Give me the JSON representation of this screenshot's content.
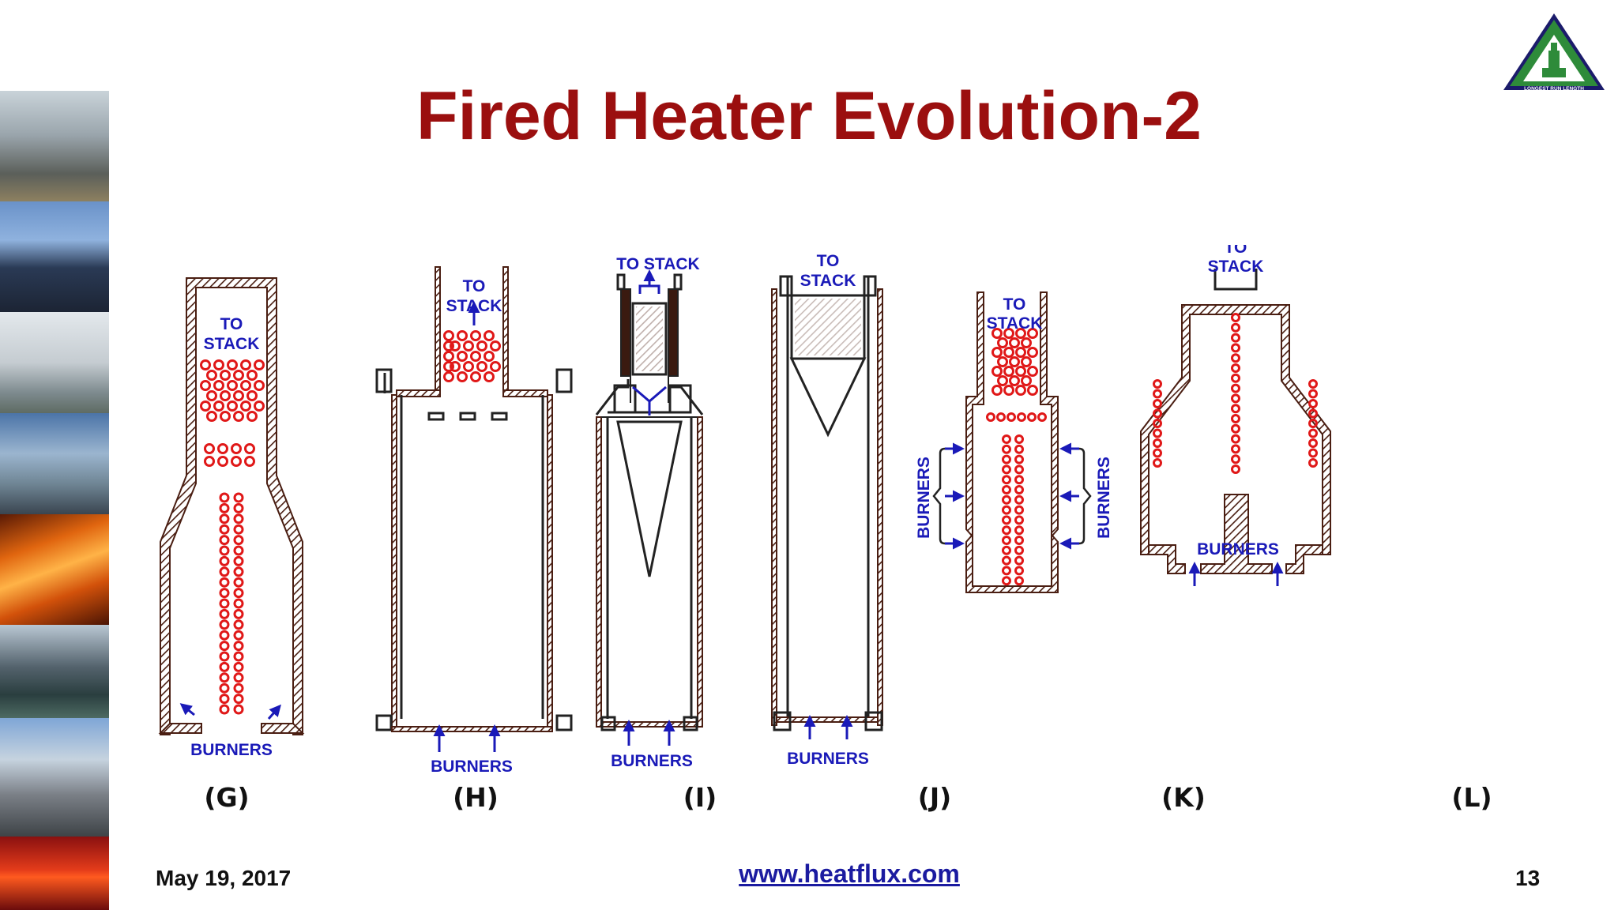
{
  "slide": {
    "title": "Fired Heater Evolution-2",
    "date": "May 19, 2017",
    "website": "www.heatflux.com",
    "page_number": "13"
  },
  "logo": {
    "icon": "triangle-heater-logo-icon",
    "tagline": "LONGEST RUN LENGTH",
    "colors": {
      "fill": "#2e8b3a",
      "border": "#1b1b6b"
    }
  },
  "labels": {
    "to_stack": "TO STACK",
    "to": "TO",
    "stack": "STACK",
    "burners": "BURNERS"
  },
  "figures": [
    "(G)",
    "(H)",
    "(I)",
    "(J)",
    "(K)",
    "(L)"
  ],
  "colors": {
    "title": "#9b0f0f",
    "label_blue": "#1a1ab8",
    "tube_red": "#e01818",
    "wall": "#4a1e12"
  }
}
